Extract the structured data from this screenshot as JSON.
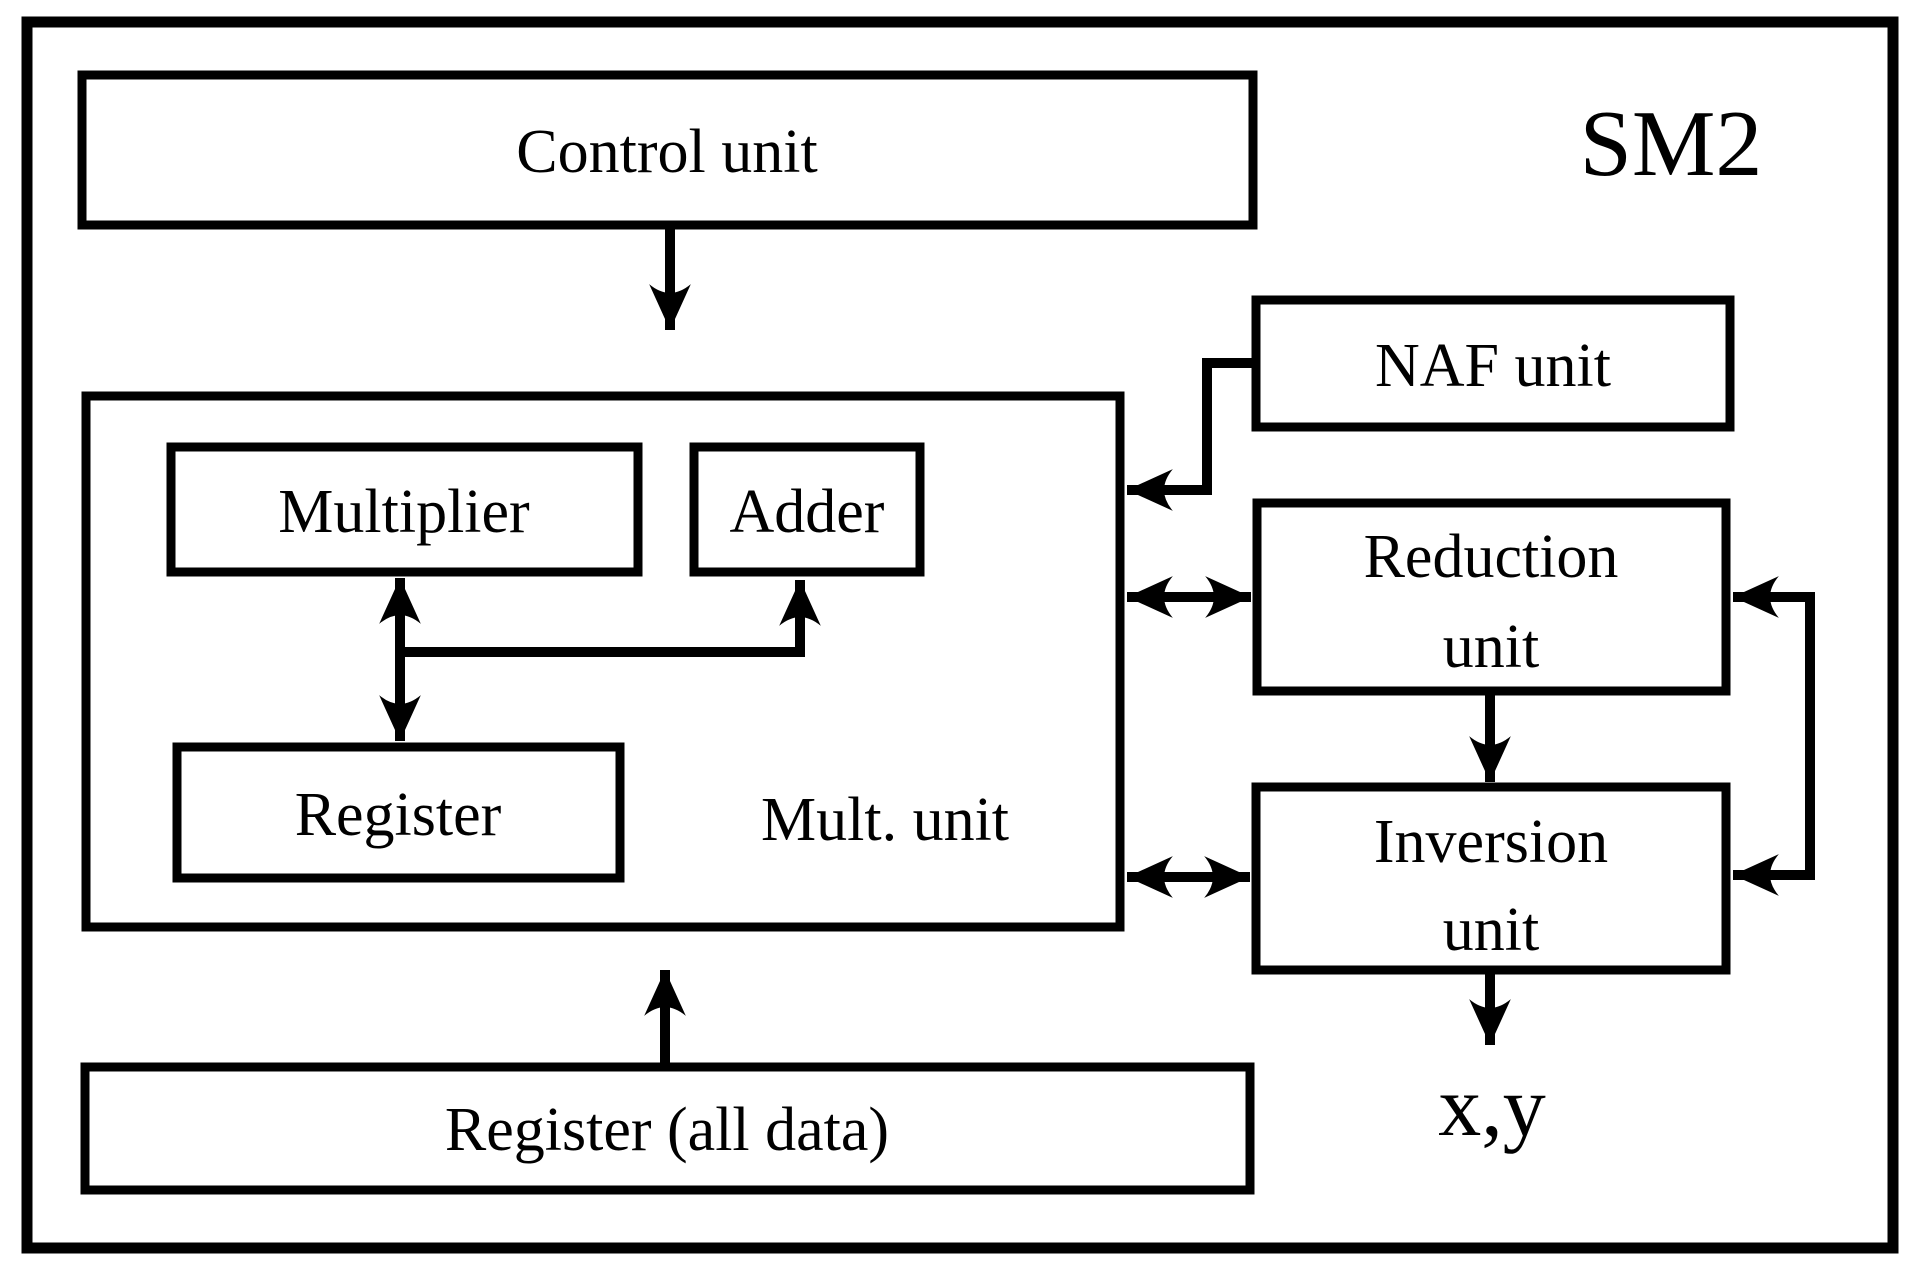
{
  "diagram": {
    "title": "SM2",
    "blocks": {
      "control": "Control unit",
      "naf": "NAF unit",
      "multiplier": "Multiplier",
      "adder": "Adder",
      "register": "Register",
      "mult_unit_caption": "Mult. unit",
      "reduction_line1": "Reduction",
      "reduction_line2": "unit",
      "inversion_line1": "Inversion",
      "inversion_line2": "unit",
      "register_all": "Register (all data)",
      "output": "x,y"
    },
    "colors": {
      "line": "#000000",
      "background": "#ffffff"
    }
  }
}
